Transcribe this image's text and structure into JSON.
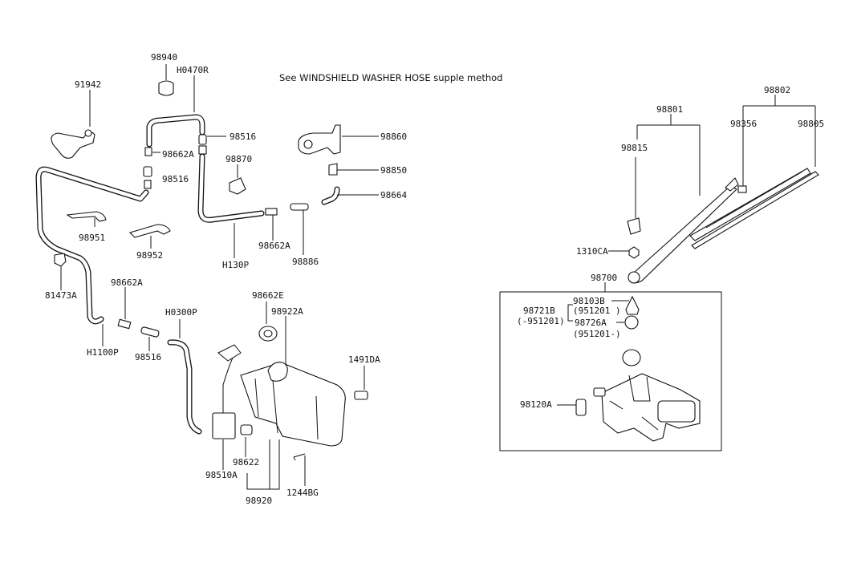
{
  "note": "See WINDSHIELD WASHER HOSE supple method",
  "labels": {
    "p98940": "98940",
    "h0470r": "H0470R",
    "p91942": "91942",
    "p98516a": "98516",
    "p98662a_1": "98662A",
    "p98870": "98870",
    "p98516b": "98516",
    "p98860": "98860",
    "p98850": "98850",
    "p98664": "98664",
    "p98951": "98951",
    "p98952": "98952",
    "h130p": "H130P",
    "p98662a_2": "98662A",
    "p98886": "98886",
    "p81473a": "81473A",
    "p98662a_3": "98662A",
    "h0300p": "H0300P",
    "h1100p": "H1100P",
    "p98516c": "98516",
    "p98662e": "98662E",
    "p98922a": "98922A",
    "p1491da": "1491DA",
    "p98510a": "98510A",
    "p98622": "98622",
    "p1244bg": "1244BG",
    "p98920": "98920",
    "p98802": "98802",
    "p98801": "98801",
    "p98356": "98356",
    "p98805": "98805",
    "p98815": "98815",
    "p1310ca": "1310CA",
    "p98700": "98700",
    "p98103b": "98103B",
    "p98721b": "98721B",
    "p951201a": "(951201  )",
    "m951201": "(-951201)",
    "p98726a": "98726A",
    "p951201b": "(951201-)",
    "p98120a": "98120A"
  }
}
